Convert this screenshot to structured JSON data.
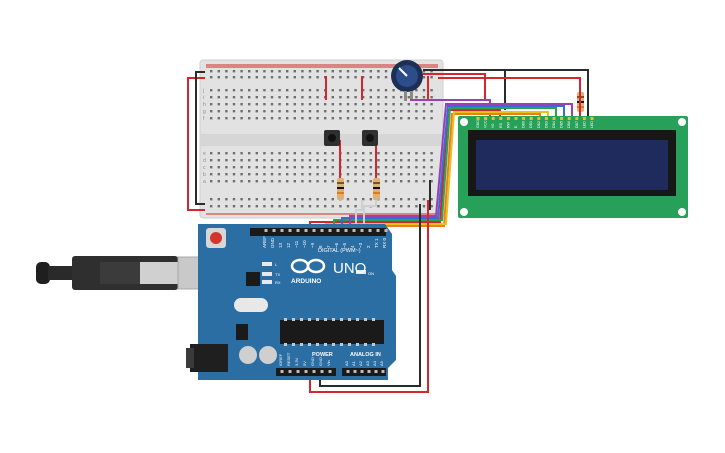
{
  "arduino": {
    "brand": "ARDUINO",
    "model": "UNO",
    "digital_label": "DIGITAL (PWM~)",
    "power_label": "POWER",
    "analog_label": "ANALOG IN",
    "on_label": "ON",
    "l_label": "L",
    "tx_label": "TX",
    "rx_label": "RX",
    "aref_label": "AREF",
    "gnd_label": "GND",
    "digital_pins": [
      "13",
      "12",
      "~11",
      "~10",
      "~9",
      "8",
      "7",
      "~6",
      "~5",
      "4",
      "~3",
      "2",
      "TX 1",
      "RX 0"
    ],
    "power_pins": [
      "IOREF",
      "RESET",
      "3.3V",
      "5V",
      "GND",
      "GND",
      "Vin"
    ],
    "analog_pins": [
      "A0",
      "A1",
      "A2",
      "A3",
      "A4",
      "A5"
    ]
  },
  "breadboard": {
    "row_letters_top": [
      "j",
      "i",
      "h",
      "g",
      "f"
    ],
    "row_letters_bottom": [
      "e",
      "d",
      "c",
      "b",
      "a"
    ]
  },
  "lcd": {
    "pin_labels": [
      "GND",
      "VCC",
      "V0",
      "RS",
      "RW",
      "E",
      "DB0",
      "DB1",
      "DB2",
      "DB3",
      "DB4",
      "DB5",
      "DB6",
      "DB7",
      "LED",
      "LED"
    ]
  },
  "colors": {
    "wire_red": "#d4262c",
    "wire_black": "#2b2b2b",
    "wire_purple": "#9b3fb5",
    "wire_blue": "#2f6fd6",
    "wire_green": "#2ca24a",
    "wire_yellow": "#e6c21f",
    "wire_orange": "#ee7c1c",
    "arduino_board": "#2a6ea3",
    "lcd_board": "#27a15a",
    "lcd_screen": "#1e2b5c"
  },
  "icons": {
    "usb_cable": "usb-plug-icon",
    "arduino_logo": "infinity-logo-icon"
  }
}
